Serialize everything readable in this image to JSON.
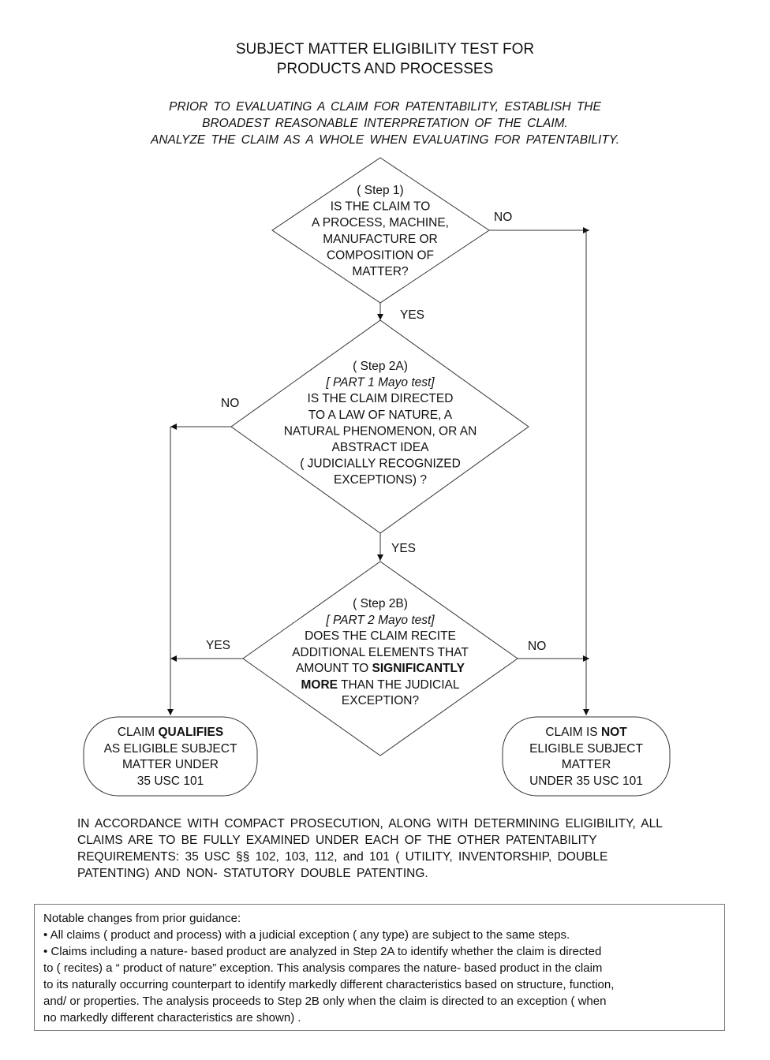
{
  "title": {
    "line1": "SUBJECT MATTER ELIGIBILITY TEST FOR",
    "line2": "PRODUCTS AND PROCESSES"
  },
  "intro": {
    "line1": "PRIOR TO EVALUATING A CLAIM FOR PATENTABILITY, ESTABLISH THE",
    "line2": "BROADEST REASONABLE INTERPRETATION OF THE CLAIM.",
    "line3": "ANALYZE THE CLAIM AS A WHOLE WHEN EVALUATING FOR PATENTABILITY."
  },
  "flowchart": {
    "step1": {
      "lines": [
        "( Step 1)",
        "IS THE CLAIM TO",
        "A PROCESS, MACHINE,",
        "MANUFACTURE OR",
        "COMPOSITION OF",
        "MATTER?"
      ]
    },
    "step2a": {
      "lines": [
        "( Step 2A)",
        "[ PART 1 Mayo test]",
        "IS THE CLAIM DIRECTED",
        "TO A LAW OF NATURE, A",
        "NATURAL PHENOMENON, OR AN",
        "ABSTRACT IDEA",
        "( JUDICIALLY RECOGNIZED",
        "EXCEPTIONS) ?"
      ]
    },
    "step2b": {
      "label": "( Step 2B)",
      "sublabel": "[ PART 2 Mayo test]",
      "line1": "DOES THE CLAIM RECITE",
      "line2": "ADDITIONAL ELEMENTS THAT",
      "line3_pre": "AMOUNT TO ",
      "line3_bold": "SIGNIFICANTLY",
      "line4_bold": "MORE",
      "line4_post": " THAN THE JUDICIAL",
      "line5": "EXCEPTION?"
    },
    "outcome_eligible": {
      "line1_pre": "CLAIM ",
      "line1_bold": "QUALIFIES",
      "line2": "AS ELIGIBLE SUBJECT",
      "line3": "MATTER UNDER",
      "line4": "35 USC 101"
    },
    "outcome_not_eligible": {
      "line1_pre": "CLAIM IS ",
      "line1_bold": "NOT",
      "line2": "ELIGIBLE SUBJECT",
      "line3": "MATTER",
      "line4": "UNDER 35 USC 101"
    },
    "edges": {
      "step1_no": "NO",
      "step1_yes": "YES",
      "step2a_no": "NO",
      "step2a_yes": "YES",
      "step2b_yes": "YES",
      "step2b_no": "NO"
    }
  },
  "compact_prosecution": {
    "lines": [
      "IN ACCORDANCE WITH COMPACT PROSECUTION, ALONG WITH DETERMINING ELIGIBILITY, ALL",
      "CLAIMS ARE TO BE FULLY EXAMINED UNDER EACH OF THE OTHER PATENTABILITY",
      "REQUIREMENTS: 35 USC §§ 102, 103, 112, and 101 ( UTILITY, INVENTORSHIP, DOUBLE",
      "PATENTING) AND NON- STATUTORY DOUBLE PATENTING."
    ]
  },
  "notes": {
    "lines": [
      "Notable changes from prior guidance:",
      "• All claims ( product and process) with a judicial exception ( any type) are subject to the same steps.",
      "• Claims including a nature- based product are analyzed in Step 2A to identify whether the claim is directed",
      "to ( recites) a “ product of nature” exception. This analysis compares the nature- based product in the claim",
      "to its naturally occurring counterpart to identify markedly different characteristics based on structure, function,",
      "and/ or properties. The analysis proceeds to Step 2B only when the claim is directed to an exception ( when",
      "no markedly different characteristics are shown) ."
    ]
  }
}
